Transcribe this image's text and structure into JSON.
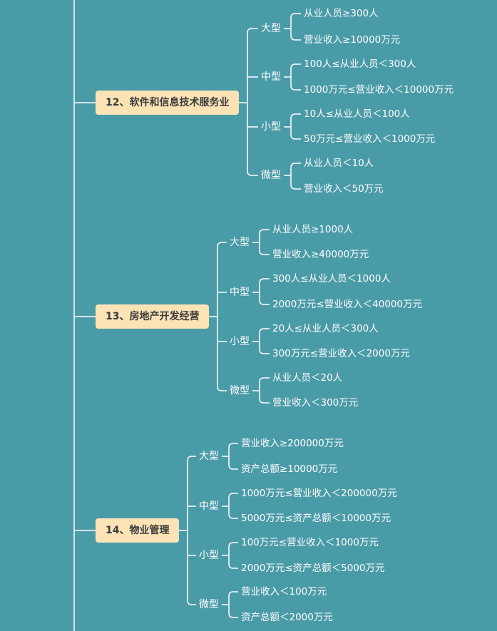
{
  "groups": [
    {
      "category": "12、软件和信息技术服务业",
      "sizes": [
        {
          "label": "大型",
          "criteria": [
            "从业人员≥300人",
            "营业收入≥10000万元"
          ]
        },
        {
          "label": "中型",
          "criteria": [
            "100人≤从业人员＜300人",
            "1000万元≤营业收入＜10000万元"
          ]
        },
        {
          "label": "小型",
          "criteria": [
            "10人≤从业人员＜100人",
            "50万元≤营业收入＜1000万元"
          ]
        },
        {
          "label": "微型",
          "criteria": [
            "从业人员＜10人",
            "营业收入＜50万元"
          ]
        }
      ]
    },
    {
      "category": "13、房地产开发经营",
      "sizes": [
        {
          "label": "大型",
          "criteria": [
            "从业人员≥1000人",
            "营业收入≥40000万元"
          ]
        },
        {
          "label": "中型",
          "criteria": [
            "300人≤从业人员＜1000人",
            "2000万元≤营业收入＜40000万元"
          ]
        },
        {
          "label": "小型",
          "criteria": [
            "20人≤从业人员＜300人",
            "300万元≤营业收入＜2000万元"
          ]
        },
        {
          "label": "微型",
          "criteria": [
            "从业人员＜20人",
            "营业收入＜300万元"
          ]
        }
      ]
    },
    {
      "category": "14、物业管理",
      "sizes": [
        {
          "label": "大型",
          "criteria": [
            "营业收入≥200000万元",
            "资产总额≥10000万元"
          ]
        },
        {
          "label": "中型",
          "criteria": [
            "1000万元≤营业收入＜200000万元",
            "5000万元≤资产总额＜10000万元"
          ]
        },
        {
          "label": "小型",
          "criteria": [
            "100万元≤营业收入＜1000万元",
            "2000万元≤资产总额＜5000万元"
          ]
        },
        {
          "label": "微型",
          "criteria": [
            "营业收入＜100万元",
            "资产总额＜2000万元"
          ]
        }
      ]
    }
  ],
  "colors": {
    "background": "#4a9ba8",
    "line": "#ffffff",
    "category_bg": "#fbe3b6"
  }
}
